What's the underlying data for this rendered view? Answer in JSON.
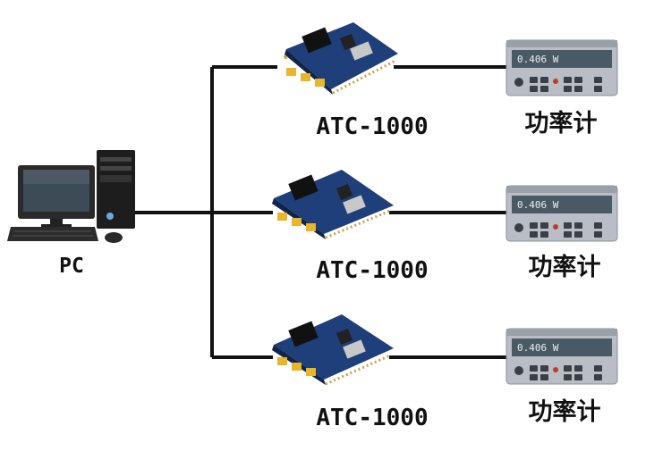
{
  "pc": {
    "label": "PC"
  },
  "modules": [
    {
      "label": "ATC-1000"
    },
    {
      "label": "ATC-1000"
    },
    {
      "label": "ATC-1000"
    }
  ],
  "meters": [
    {
      "label": "功率计",
      "readout": "0.406 W"
    },
    {
      "label": "功率计",
      "readout": "0.406 W"
    },
    {
      "label": "功率计",
      "readout": "0.406 W"
    }
  ],
  "colors": {
    "wire": "#111111",
    "pcb": "#1f3f7a",
    "connector": "#e9b52a",
    "meter_body": "#b9bec6",
    "meter_display": "#4a5a64"
  }
}
